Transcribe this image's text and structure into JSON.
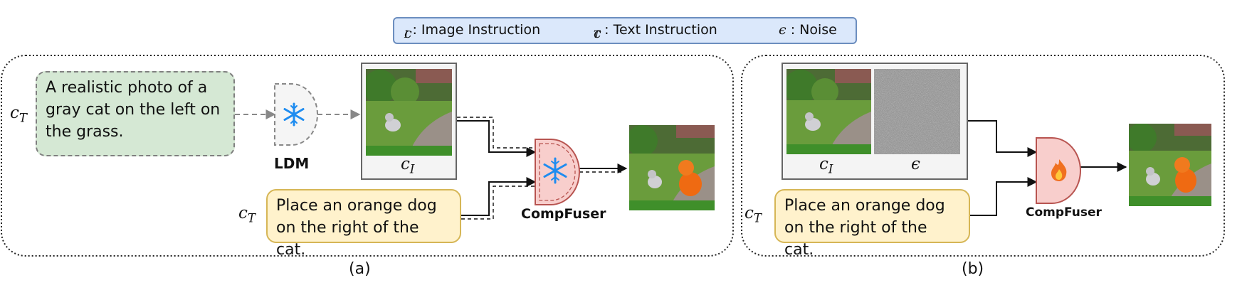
{
  "legend": {
    "image_instruction": ": Image Instruction",
    "text_instruction": ": Text Instruction",
    "noise": ": Noise"
  },
  "symbols": {
    "c_I": "c",
    "c_I_sub": "I",
    "c_T": "c",
    "c_T_sub": "T",
    "noise": "ϵ"
  },
  "panel_a": {
    "label": "(a)",
    "prompt_text": "A realistic photo of a gray cat on the left on the grass.",
    "edit_text": "Place an orange dog on the right of the cat.",
    "ldm_label": "LDM",
    "fuser_label": "CompFuser",
    "fuser_state": "frozen",
    "ldm_state": "frozen"
  },
  "panel_b": {
    "label": "(b)",
    "edit_text": "Place an orange dog on the right of the cat.",
    "fuser_label": "CompFuser",
    "fuser_state": "trainable"
  },
  "colors": {
    "legend_fill": "#dbe8fb",
    "legend_border": "#6c8ebf",
    "prompt_fill": "#d5e8d4",
    "edit_fill": "#fff2cc",
    "edit_border": "#d6b656",
    "fuser_fill": "#f8cecc",
    "fuser_border": "#b85450",
    "ldm_fill": "#f5f5f5",
    "snowflake": "#1e8cf0"
  }
}
